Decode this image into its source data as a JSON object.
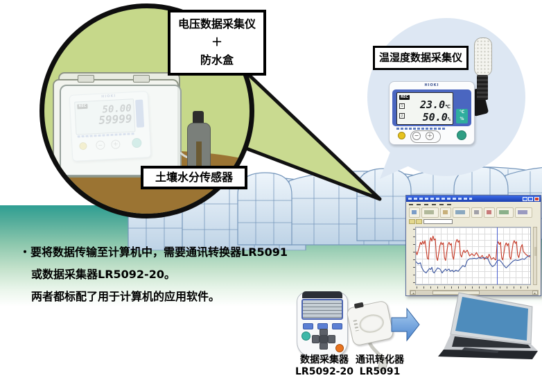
{
  "palette": {
    "circle_fill": "#c6d88a",
    "soil_brown": "#9b7433",
    "grass_teal": "#2e9e92",
    "bubble_blue": "#dde7f3",
    "arrow_blue": "#4d86cf"
  },
  "magnifier": {
    "label": "电压数据采集仪\n＋\n防水盒",
    "sensor_label": "土壤水分传感器",
    "logger": {
      "brand": "HIOKI",
      "rec": "REC",
      "display_line1": "50.00",
      "display_line2": "59999",
      "btn_minus": "−",
      "btn_plus": "＋"
    }
  },
  "bubble": {
    "label": "温湿度数据采集仪",
    "logger": {
      "brand": "HIOKI",
      "rec": "REC",
      "temp_value": "23.0",
      "temp_unit": "℃",
      "humidity_value": "50.0",
      "humidity_unit": "%",
      "ch1": "1",
      "ch2": "2",
      "badge_top": "℃",
      "badge_bottom": "%",
      "btn_minus": "−",
      "btn_plus": "＋"
    }
  },
  "note": {
    "lines": [
      "・要将数据传输至计算机中，需要通讯转换器LR5091",
      "或数据采集器LR5092-20。",
      "两者都标配了用于计算机的应用软件。"
    ]
  },
  "bottom_devices": {
    "collector_name": "数据采集器",
    "collector_model": "LR5092-20",
    "converter_name": "通讯转化器",
    "converter_model": "LR5091"
  },
  "app_window": {
    "scroll_left": "◄",
    "scroll_right": "►"
  },
  "chart_data": {
    "type": "line",
    "grid": true,
    "legend": false,
    "axis_tick_labels_legible": false,
    "cursor_x_percent": 71,
    "x_range_percent": [
      0,
      100
    ],
    "y_range_percent": [
      0,
      100
    ],
    "series": [
      {
        "name": "temperature",
        "color": "#c43522",
        "points": [
          [
            0,
            58
          ],
          [
            1,
            52
          ],
          [
            3,
            66
          ],
          [
            4,
            74
          ],
          [
            5,
            70
          ],
          [
            6,
            76
          ],
          [
            7,
            71
          ],
          [
            8,
            77
          ],
          [
            9,
            62
          ],
          [
            10,
            46
          ],
          [
            11,
            44
          ],
          [
            12,
            74
          ],
          [
            13,
            82
          ],
          [
            14,
            76
          ],
          [
            15,
            85
          ],
          [
            16,
            78
          ],
          [
            17,
            80
          ],
          [
            18,
            48
          ],
          [
            19,
            42
          ],
          [
            21,
            68
          ],
          [
            22,
            74
          ],
          [
            23,
            70
          ],
          [
            24,
            73
          ],
          [
            25,
            47
          ],
          [
            26,
            42
          ],
          [
            28,
            70
          ],
          [
            29,
            74
          ],
          [
            30,
            69
          ],
          [
            31,
            72
          ],
          [
            32,
            50
          ],
          [
            33,
            44
          ],
          [
            35,
            74
          ],
          [
            36,
            79
          ],
          [
            37,
            74
          ],
          [
            38,
            77
          ],
          [
            39,
            52
          ],
          [
            40,
            48
          ],
          [
            41,
            56
          ],
          [
            42,
            60
          ],
          [
            43,
            56
          ],
          [
            45,
            60
          ],
          [
            46,
            55
          ],
          [
            47,
            50
          ],
          [
            49,
            54
          ],
          [
            51,
            50
          ],
          [
            53,
            56
          ],
          [
            54,
            52
          ],
          [
            56,
            46
          ],
          [
            58,
            51
          ],
          [
            60,
            44
          ],
          [
            62,
            49
          ],
          [
            63,
            46
          ],
          [
            64,
            53
          ],
          [
            66,
            44
          ],
          [
            68,
            47
          ],
          [
            69,
            44
          ],
          [
            70,
            43
          ],
          [
            71,
            70
          ],
          [
            72,
            75
          ],
          [
            73,
            70
          ],
          [
            74,
            74
          ],
          [
            75,
            47
          ],
          [
            76,
            43
          ],
          [
            78,
            68
          ],
          [
            79,
            73
          ],
          [
            80,
            68
          ],
          [
            81,
            72
          ],
          [
            82,
            49
          ],
          [
            83,
            44
          ],
          [
            85,
            72
          ],
          [
            86,
            77
          ],
          [
            87,
            72
          ],
          [
            88,
            75
          ],
          [
            89,
            52
          ],
          [
            90,
            47
          ],
          [
            92,
            66
          ],
          [
            93,
            70
          ],
          [
            94,
            58
          ],
          [
            96,
            53
          ],
          [
            98,
            50
          ],
          [
            100,
            48
          ]
        ]
      },
      {
        "name": "humidity",
        "color": "#3a55a0",
        "points": [
          [
            0,
            40
          ],
          [
            1,
            38
          ],
          [
            2,
            36
          ],
          [
            4,
            38
          ],
          [
            5,
            30
          ],
          [
            7,
            23
          ],
          [
            9,
            20
          ],
          [
            10,
            23
          ],
          [
            12,
            28
          ],
          [
            13,
            26
          ],
          [
            14,
            30
          ],
          [
            15,
            22
          ],
          [
            16,
            20
          ],
          [
            18,
            26
          ],
          [
            19,
            29
          ],
          [
            21,
            27
          ],
          [
            22,
            24
          ],
          [
            23,
            20
          ],
          [
            24,
            23
          ],
          [
            26,
            27
          ],
          [
            27,
            24
          ],
          [
            29,
            27
          ],
          [
            30,
            23
          ],
          [
            32,
            25
          ],
          [
            33,
            22
          ],
          [
            35,
            25
          ],
          [
            37,
            23
          ],
          [
            39,
            28
          ],
          [
            41,
            33
          ],
          [
            43,
            31
          ],
          [
            45,
            42
          ],
          [
            47,
            45
          ],
          [
            49,
            45
          ],
          [
            51,
            46
          ],
          [
            53,
            45
          ],
          [
            55,
            47
          ],
          [
            57,
            46
          ],
          [
            59,
            47
          ],
          [
            61,
            46
          ],
          [
            63,
            45
          ],
          [
            65,
            36
          ],
          [
            67,
            31
          ],
          [
            69,
            34
          ],
          [
            71,
            41
          ],
          [
            73,
            43
          ],
          [
            75,
            39
          ],
          [
            77,
            33
          ],
          [
            79,
            29
          ],
          [
            81,
            33
          ],
          [
            83,
            37
          ],
          [
            85,
            41
          ],
          [
            87,
            43
          ],
          [
            89,
            42
          ],
          [
            91,
            43
          ],
          [
            93,
            45
          ],
          [
            95,
            44
          ],
          [
            97,
            48
          ],
          [
            100,
            51
          ]
        ]
      }
    ]
  }
}
